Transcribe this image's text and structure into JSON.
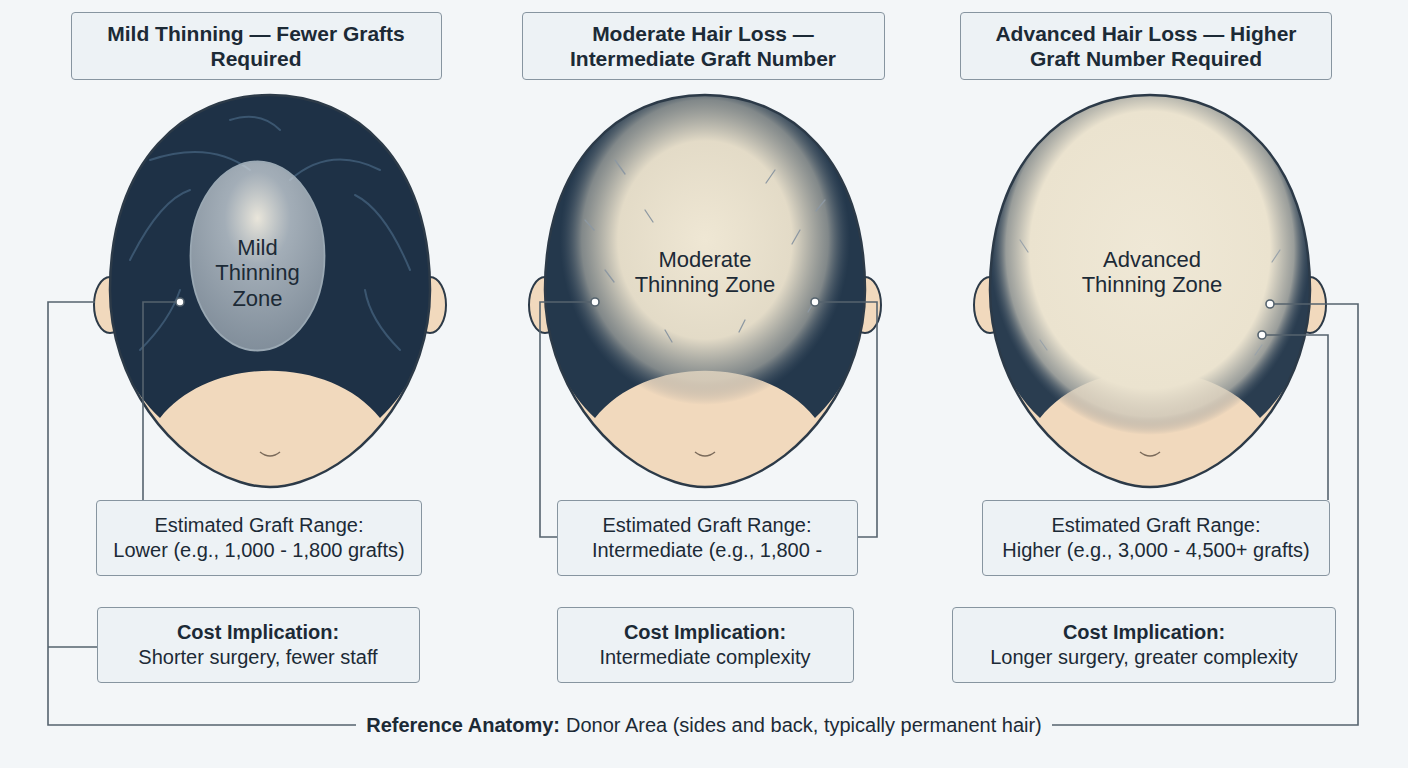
{
  "diagram": {
    "nodes": [
      {
        "text": [
          "Mild Thinning — Fewer Grafts Required"
        ]
      },
      {
        "text": [
          "Moderate Hair Loss — Intermediate Graft Number"
        ]
      },
      {
        "text": [
          "Advanced Hair Loss — Higher Graft Number Required"
        ]
      },
      {
        "text": [
          "Mild Thinning Zone"
        ]
      },
      {
        "text": [
          "Estimated Graft Range:",
          "Lower (e.g., 1,000 - 1,800 grafts)"
        ]
      },
      {
        "text": [
          "Estimated Graft Range:",
          "Intermediate (e.g., 1,800 -"
        ]
      },
      {
        "text": [
          "Estimated Graft Range:",
          "Higher (e.g., 3,000 - 4,500+ grafts)"
        ]
      },
      {
        "text": [
          "Cost Implication:",
          "Shorter surgery, fewer staff"
        ]
      },
      {
        "text": [
          "Cost Implication:",
          "Intermediate complexity"
        ]
      },
      {
        "text": [
          "Cost Implication:",
          "Longer surgery, greater complexity"
        ]
      }
    ],
    "labels": [
      "Moderate Thinning Zone",
      "Advanced Thinning Zone",
      "Reference Anatomy:",
      "Donor Area (sides and back, typically permanent hair)"
    ]
  }
}
